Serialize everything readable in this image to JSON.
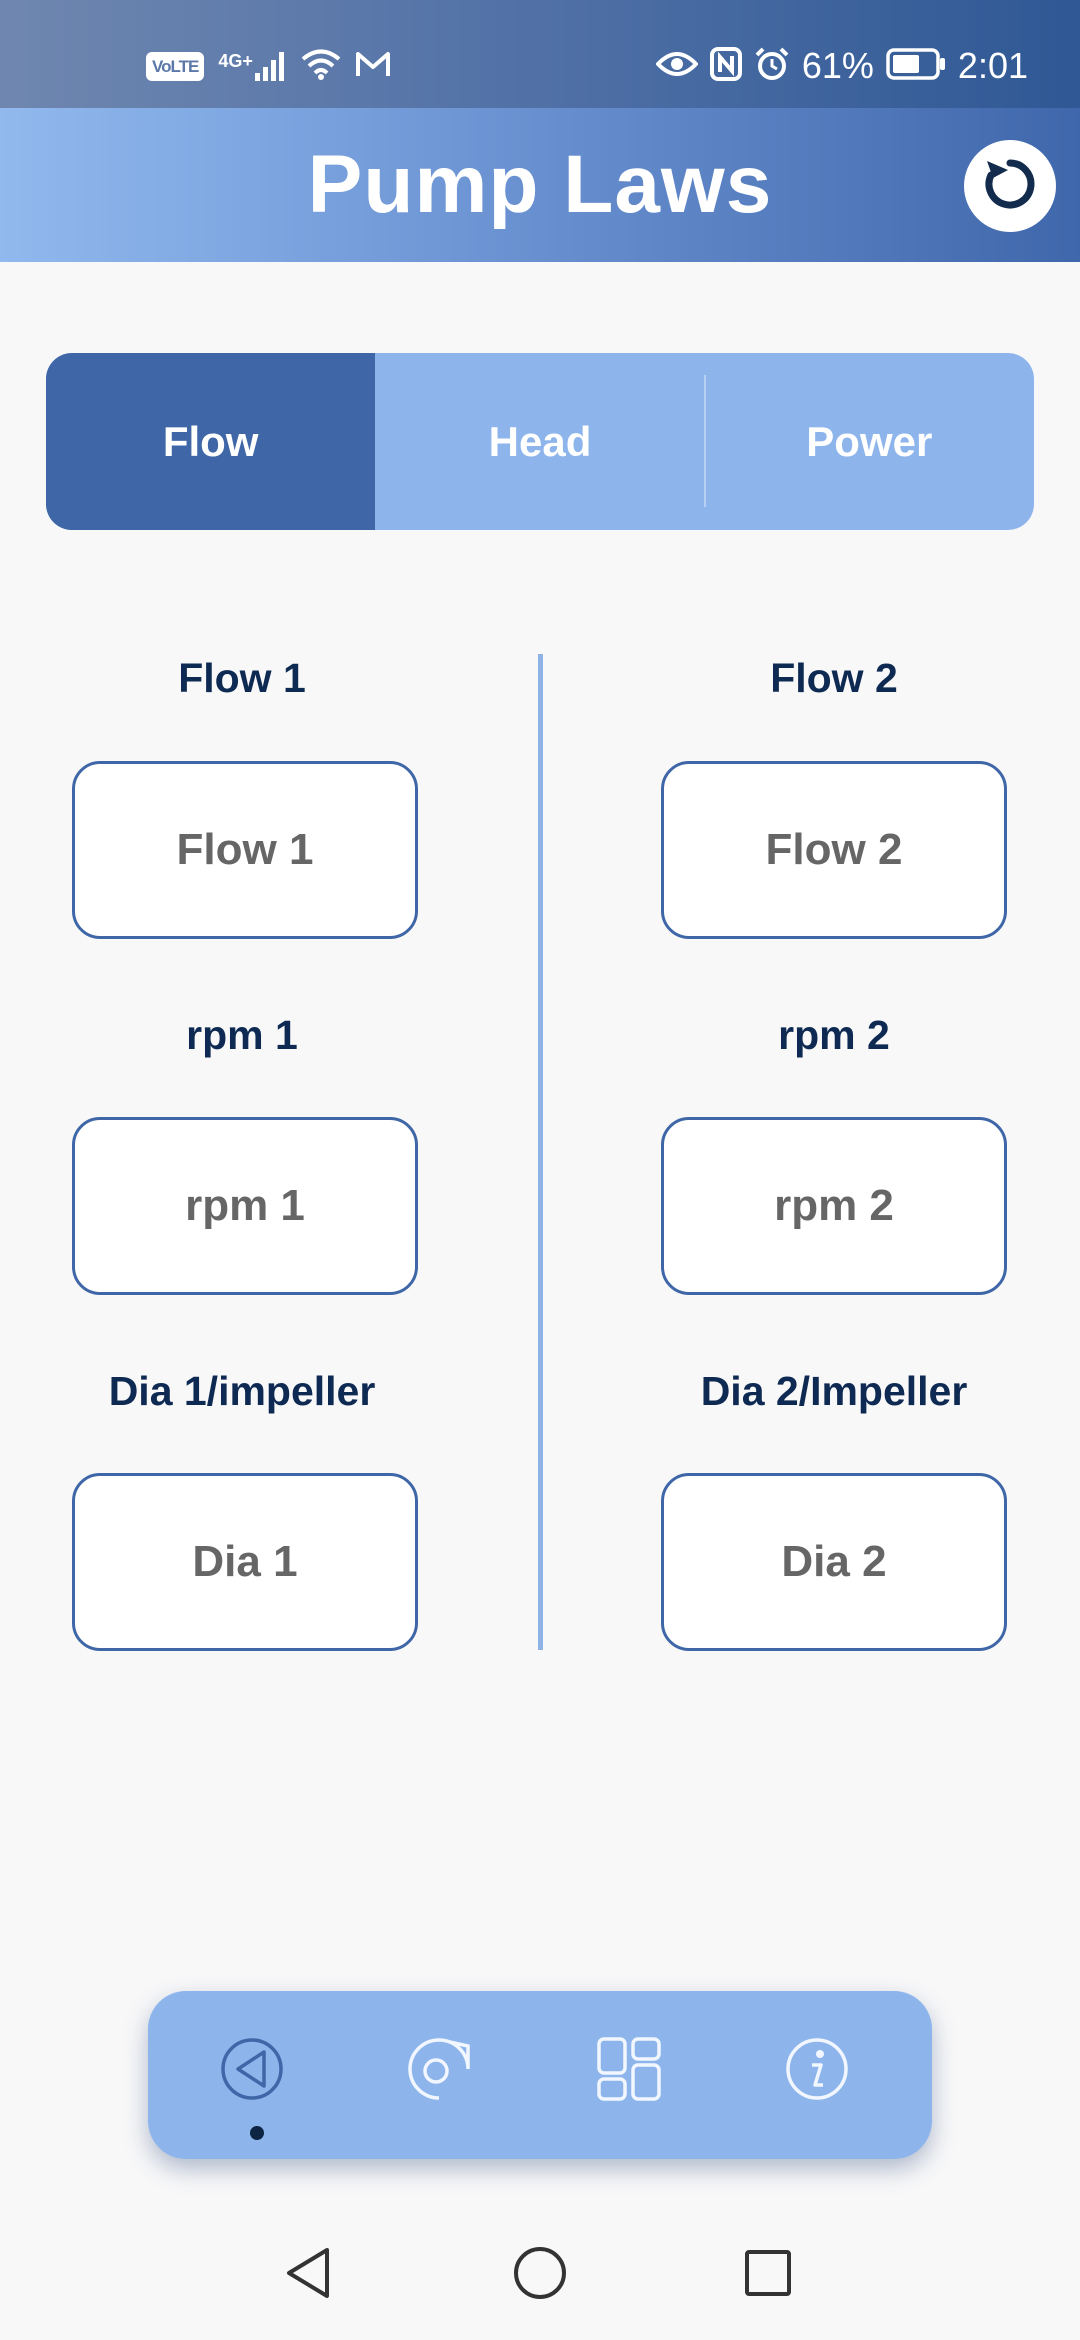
{
  "status_bar": {
    "volte": "VoLTE",
    "network": "4G+",
    "battery_percent": "61%",
    "time": "2:01"
  },
  "header": {
    "title": "Pump Laws"
  },
  "tabs": [
    {
      "label": "Flow",
      "active": true
    },
    {
      "label": "Head",
      "active": false
    },
    {
      "label": "Power",
      "active": false
    }
  ],
  "form": {
    "left": {
      "flow_label": "Flow 1",
      "flow_placeholder": "Flow 1",
      "rpm_label": "rpm 1",
      "rpm_placeholder": "rpm 1",
      "dia_label": "Dia 1/impeller",
      "dia_placeholder": "Dia 1"
    },
    "right": {
      "flow_label": "Flow 2",
      "flow_placeholder": "Flow 2",
      "rpm_label": "rpm 2",
      "rpm_placeholder": "rpm 2",
      "dia_label": "Dia 2/Impeller",
      "dia_placeholder": "Dia 2"
    }
  },
  "bottom_nav": {
    "items": [
      {
        "icon": "pump-laws-icon",
        "active": true
      },
      {
        "icon": "pump-casing-icon",
        "active": false
      },
      {
        "icon": "dashboard-icon",
        "active": false
      },
      {
        "icon": "info-icon",
        "active": false
      }
    ]
  },
  "colors": {
    "accent_dark": "#3f67a8",
    "accent_light": "#8db5ec",
    "label_text": "#0e2a52"
  }
}
